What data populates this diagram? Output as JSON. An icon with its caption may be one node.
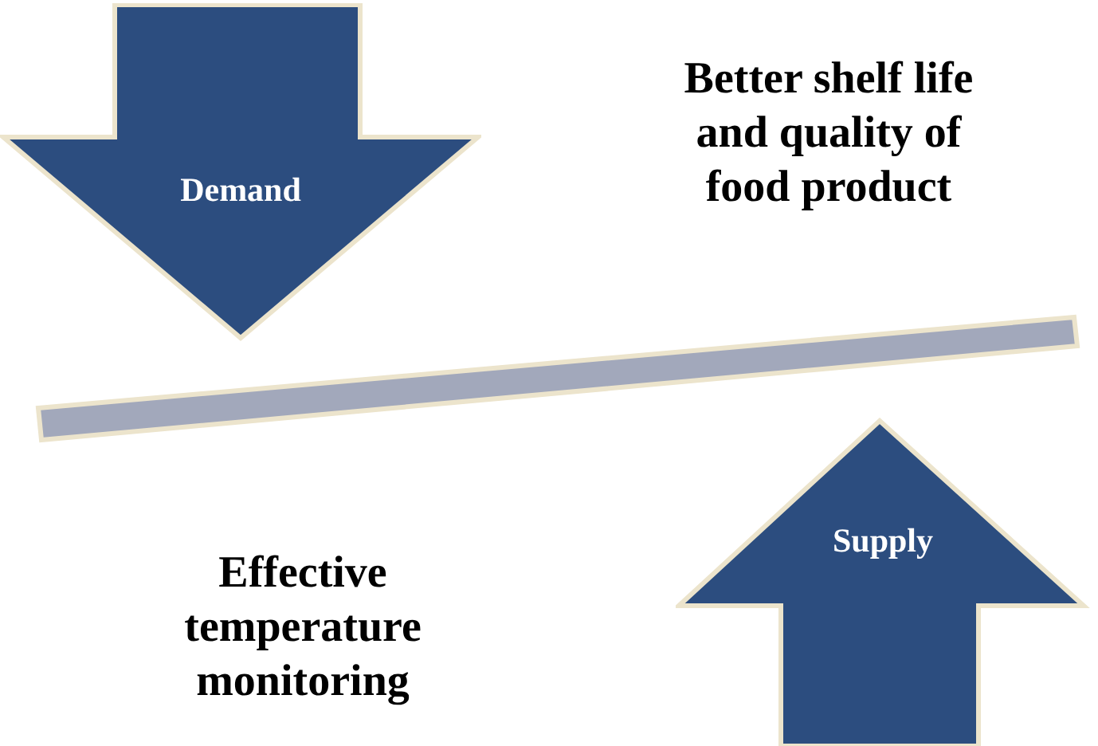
{
  "diagram": {
    "nodes": [
      {
        "text": [
          "Demand"
        ]
      },
      {
        "text": [],
        "shape": "bar"
      },
      {
        "text": [
          "Supply"
        ]
      }
    ],
    "labels": [
      "Better shelf life and quality of food product",
      "Effective temperature monitoring"
    ]
  }
}
